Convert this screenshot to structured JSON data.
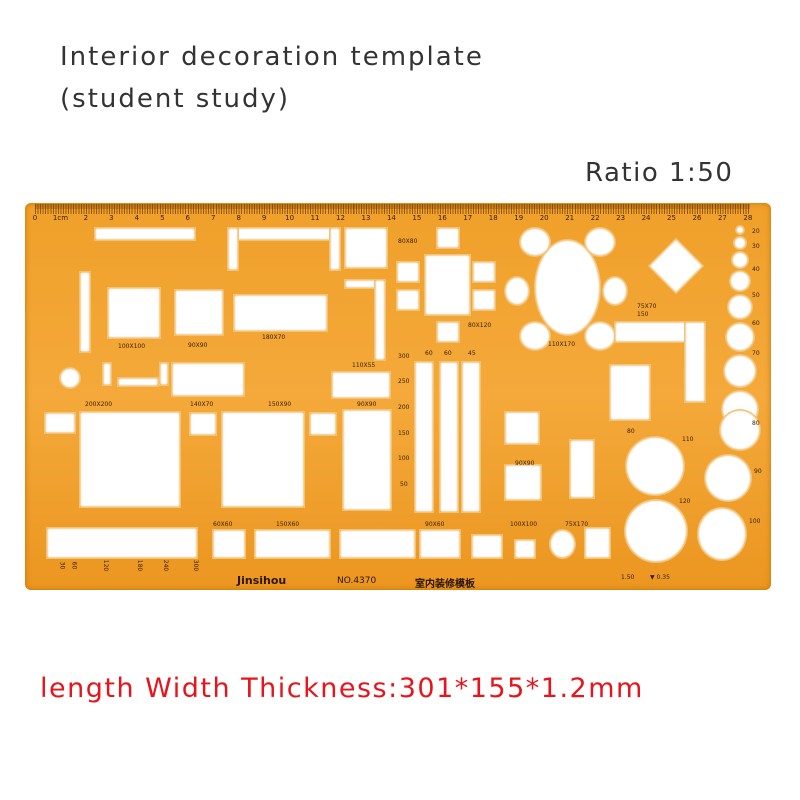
{
  "header": {
    "title_line1": "Interior decoration template",
    "title_line2": "(student study)",
    "ratio": "Ratio 1:50"
  },
  "spec": "length Width Thickness:301*155*1.2mm",
  "template": {
    "color": "#f2a02a",
    "brand": "Jinsihou",
    "model": "NO.4370",
    "chinese_name": "室内装修模板",
    "ruler_numbers": [
      "0",
      "1cm",
      "2",
      "3",
      "4",
      "5",
      "6",
      "7",
      "8",
      "9",
      "10",
      "11",
      "12",
      "13",
      "14",
      "15",
      "16",
      "17",
      "18",
      "19",
      "20",
      "21",
      "22",
      "23",
      "24",
      "25",
      "26",
      "27",
      "28"
    ],
    "labels": [
      "100X100",
      "90X90",
      "180X70",
      "110X55",
      "200X200",
      "140X70",
      "150X90",
      "90X90",
      "80X80",
      "80X120",
      "110X170",
      "75X70",
      "150",
      "300",
      "250",
      "200",
      "150",
      "100",
      "50",
      "60",
      "60",
      "45",
      "60X60",
      "150X60",
      "90X60",
      "100X100",
      "75X170",
      "90X90",
      "80",
      "110",
      "120",
      "90",
      "100",
      "20",
      "30",
      "40",
      "50",
      "60",
      "70",
      "80",
      "30",
      "60",
      "120",
      "180",
      "240",
      "300",
      "1.50",
      "▼ 0.35"
    ]
  }
}
